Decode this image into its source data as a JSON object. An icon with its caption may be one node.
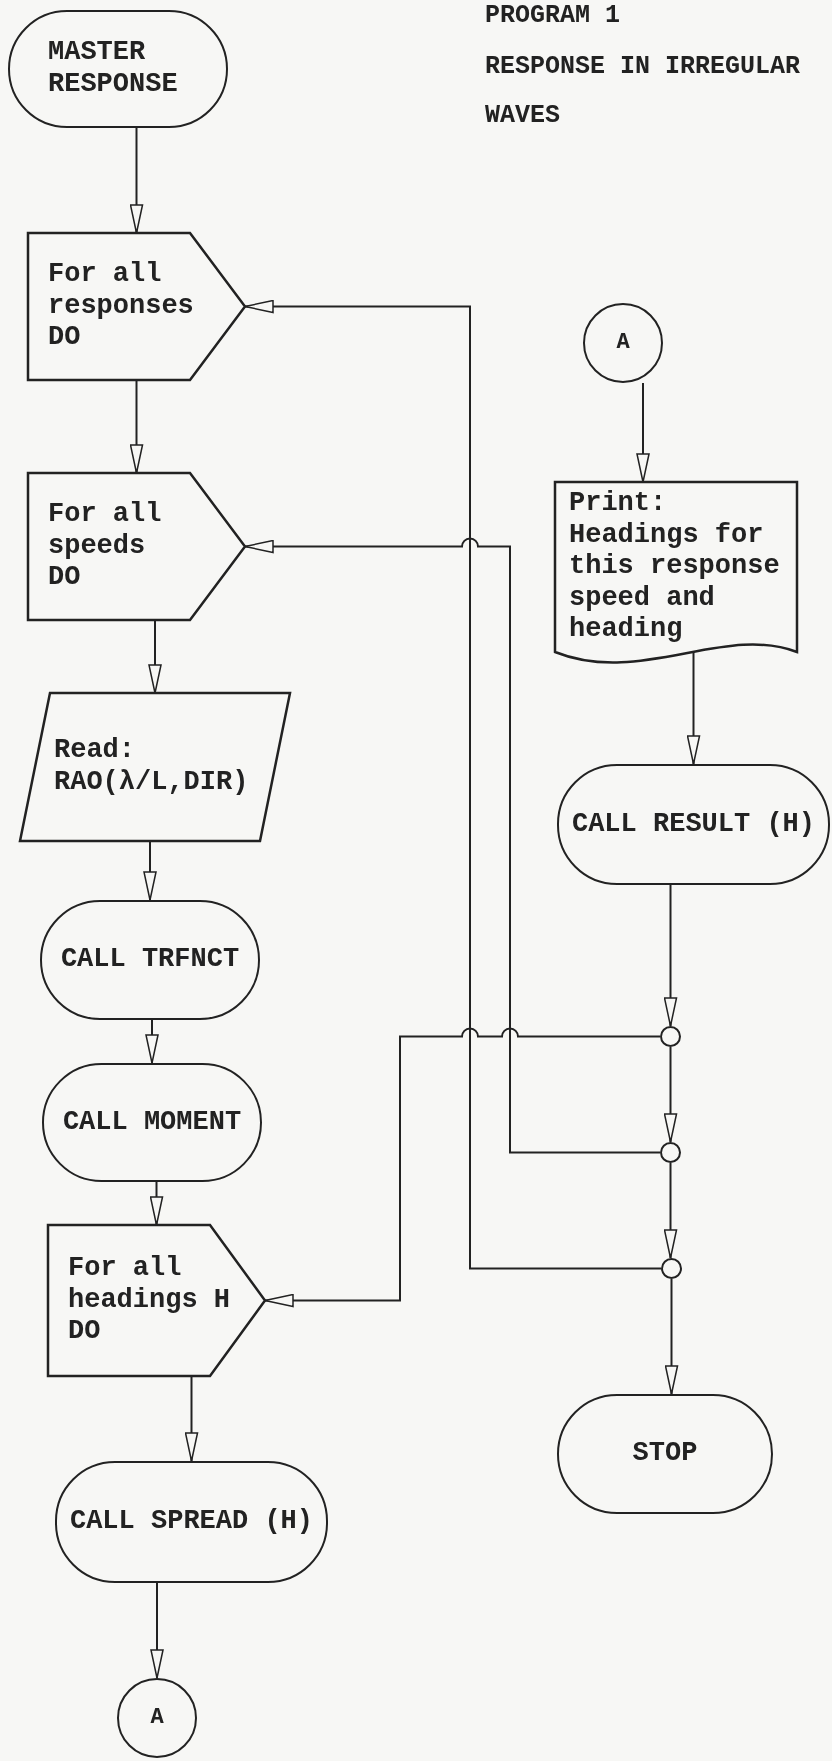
{
  "diagram": {
    "title": "RESPONSE IN IRREGULAR WAVES",
    "nodes": [
      {
        "text": [
          "MASTER RESPONSE"
        ]
      },
      {
        "text": [
          "For all responses DO"
        ]
      },
      {
        "text": [
          "For all speeds DO"
        ]
      },
      {
        "text": [
          "Read: RAO(λ/L,DIR)"
        ]
      },
      {
        "text": [
          "CALL TRFNCT"
        ]
      },
      {
        "text": [
          "CALL MOMENT"
        ]
      },
      {
        "text": [
          "For all headings H DO"
        ]
      },
      {
        "text": [
          "CALL SPREAD (H)"
        ]
      },
      {
        "text": [
          "A"
        ]
      },
      {
        "text": [
          "A"
        ]
      },
      {
        "text": [
          "Print: Headings for this response speed and heading"
        ]
      },
      {
        "text": [
          "CALL RESULT (H)"
        ]
      },
      {
        "text": [],
        "shape": "circle"
      },
      {
        "text": [],
        "shape": "circle"
      },
      {
        "text": [],
        "shape": "circle"
      },
      {
        "text": [
          "STOP"
        ]
      }
    ],
    "edges": [
      {
        "from": 0,
        "to": 1,
        "arrow": "to"
      },
      {
        "from": 1,
        "to": 2,
        "arrow": "to"
      },
      {
        "from": 2,
        "to": 3,
        "arrow": "to"
      },
      {
        "from": 3,
        "to": 4,
        "arrow": "to"
      },
      {
        "from": 4,
        "to": 5,
        "arrow": "to"
      },
      {
        "from": 5,
        "to": 6,
        "arrow": "to"
      },
      {
        "from": 6,
        "to": 7,
        "arrow": "to"
      },
      {
        "from": 7,
        "to": 8,
        "arrow": "to"
      },
      {
        "from": 9,
        "to": 10,
        "arrow": "to"
      },
      {
        "from": 10,
        "to": 11,
        "arrow": "to"
      },
      {
        "from": 11,
        "to": 12,
        "arrow": "to"
      },
      {
        "from": 12,
        "to": 13,
        "arrow": "to"
      },
      {
        "from": 13,
        "to": 14,
        "arrow": "to"
      },
      {
        "from": 14,
        "to": 15,
        "arrow": "to"
      },
      {
        "from": 12,
        "to": 6,
        "arrow": "to"
      },
      {
        "from": 13,
        "to": 2,
        "arrow": "to"
      },
      {
        "from": 14,
        "to": 1,
        "arrow": "to"
      }
    ],
    "labels": [
      "PROGRAM 1"
    ]
  }
}
